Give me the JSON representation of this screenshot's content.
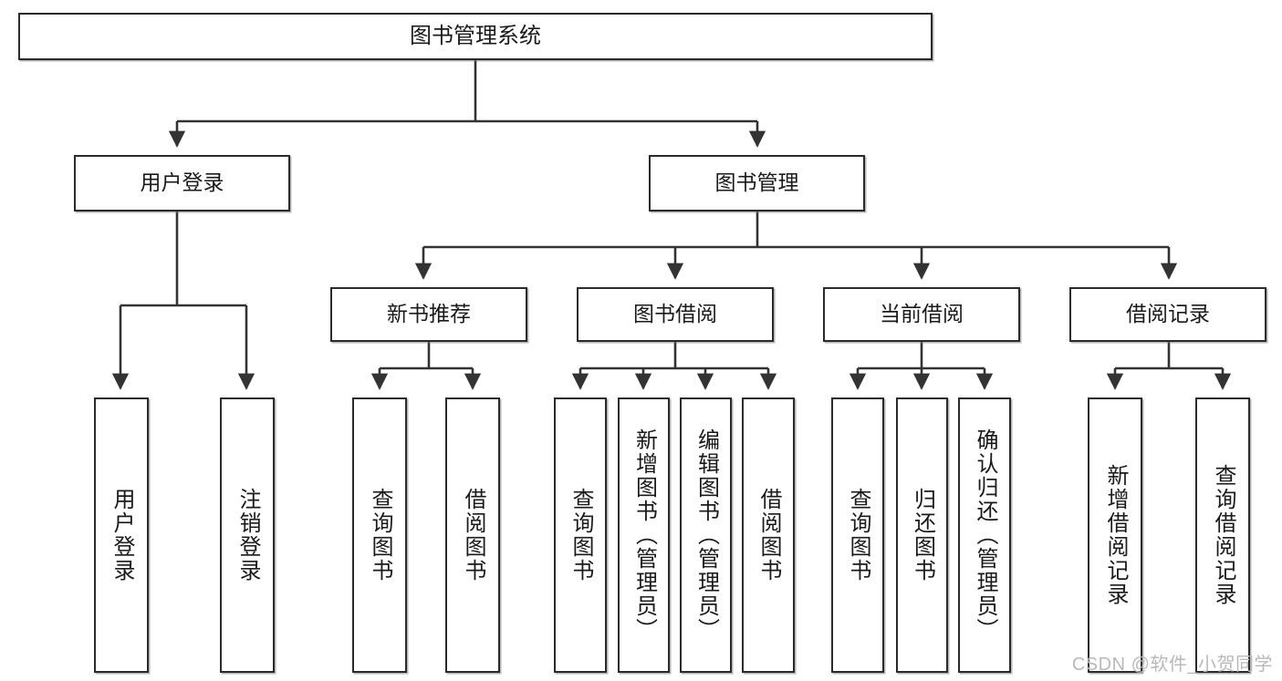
{
  "diagram": {
    "title": "图书管理系统",
    "type": "tree-hierarchy-chart",
    "root": {
      "label": "图书管理系统"
    },
    "level2": [
      {
        "label": "用户登录"
      },
      {
        "label": "图书管理"
      }
    ],
    "level3": [
      {
        "label": "新书推荐"
      },
      {
        "label": "图书借阅"
      },
      {
        "label": "当前借阅"
      },
      {
        "label": "借阅记录"
      }
    ],
    "leaves": [
      {
        "label": "用户登录",
        "parent": "用户登录"
      },
      {
        "label": "注销登录",
        "parent": "用户登录"
      },
      {
        "label": "查询图书",
        "parent": "新书推荐"
      },
      {
        "label": "借阅图书",
        "parent": "新书推荐"
      },
      {
        "label": "查询图书",
        "parent": "图书借阅"
      },
      {
        "label": "新增图书（管理员）",
        "parent": "图书借阅"
      },
      {
        "label": "编辑图书（管理员）",
        "parent": "图书借阅"
      },
      {
        "label": "借阅图书",
        "parent": "图书借阅"
      },
      {
        "label": "查询图书",
        "parent": "当前借阅"
      },
      {
        "label": "归还图书",
        "parent": "当前借阅"
      },
      {
        "label": "确认归还（管理员）",
        "parent": "当前借阅"
      },
      {
        "label": "新增借阅记录",
        "parent": "借阅记录"
      },
      {
        "label": "查询借阅记录",
        "parent": "借阅记录"
      }
    ],
    "watermark": "CSDN @软件_小贺同学",
    "colors": {
      "border": "#2b2b2b",
      "fill": "#ffffff",
      "text": "#1a1a1a",
      "connector": "#333333",
      "watermark": "#b9b9b9"
    }
  }
}
